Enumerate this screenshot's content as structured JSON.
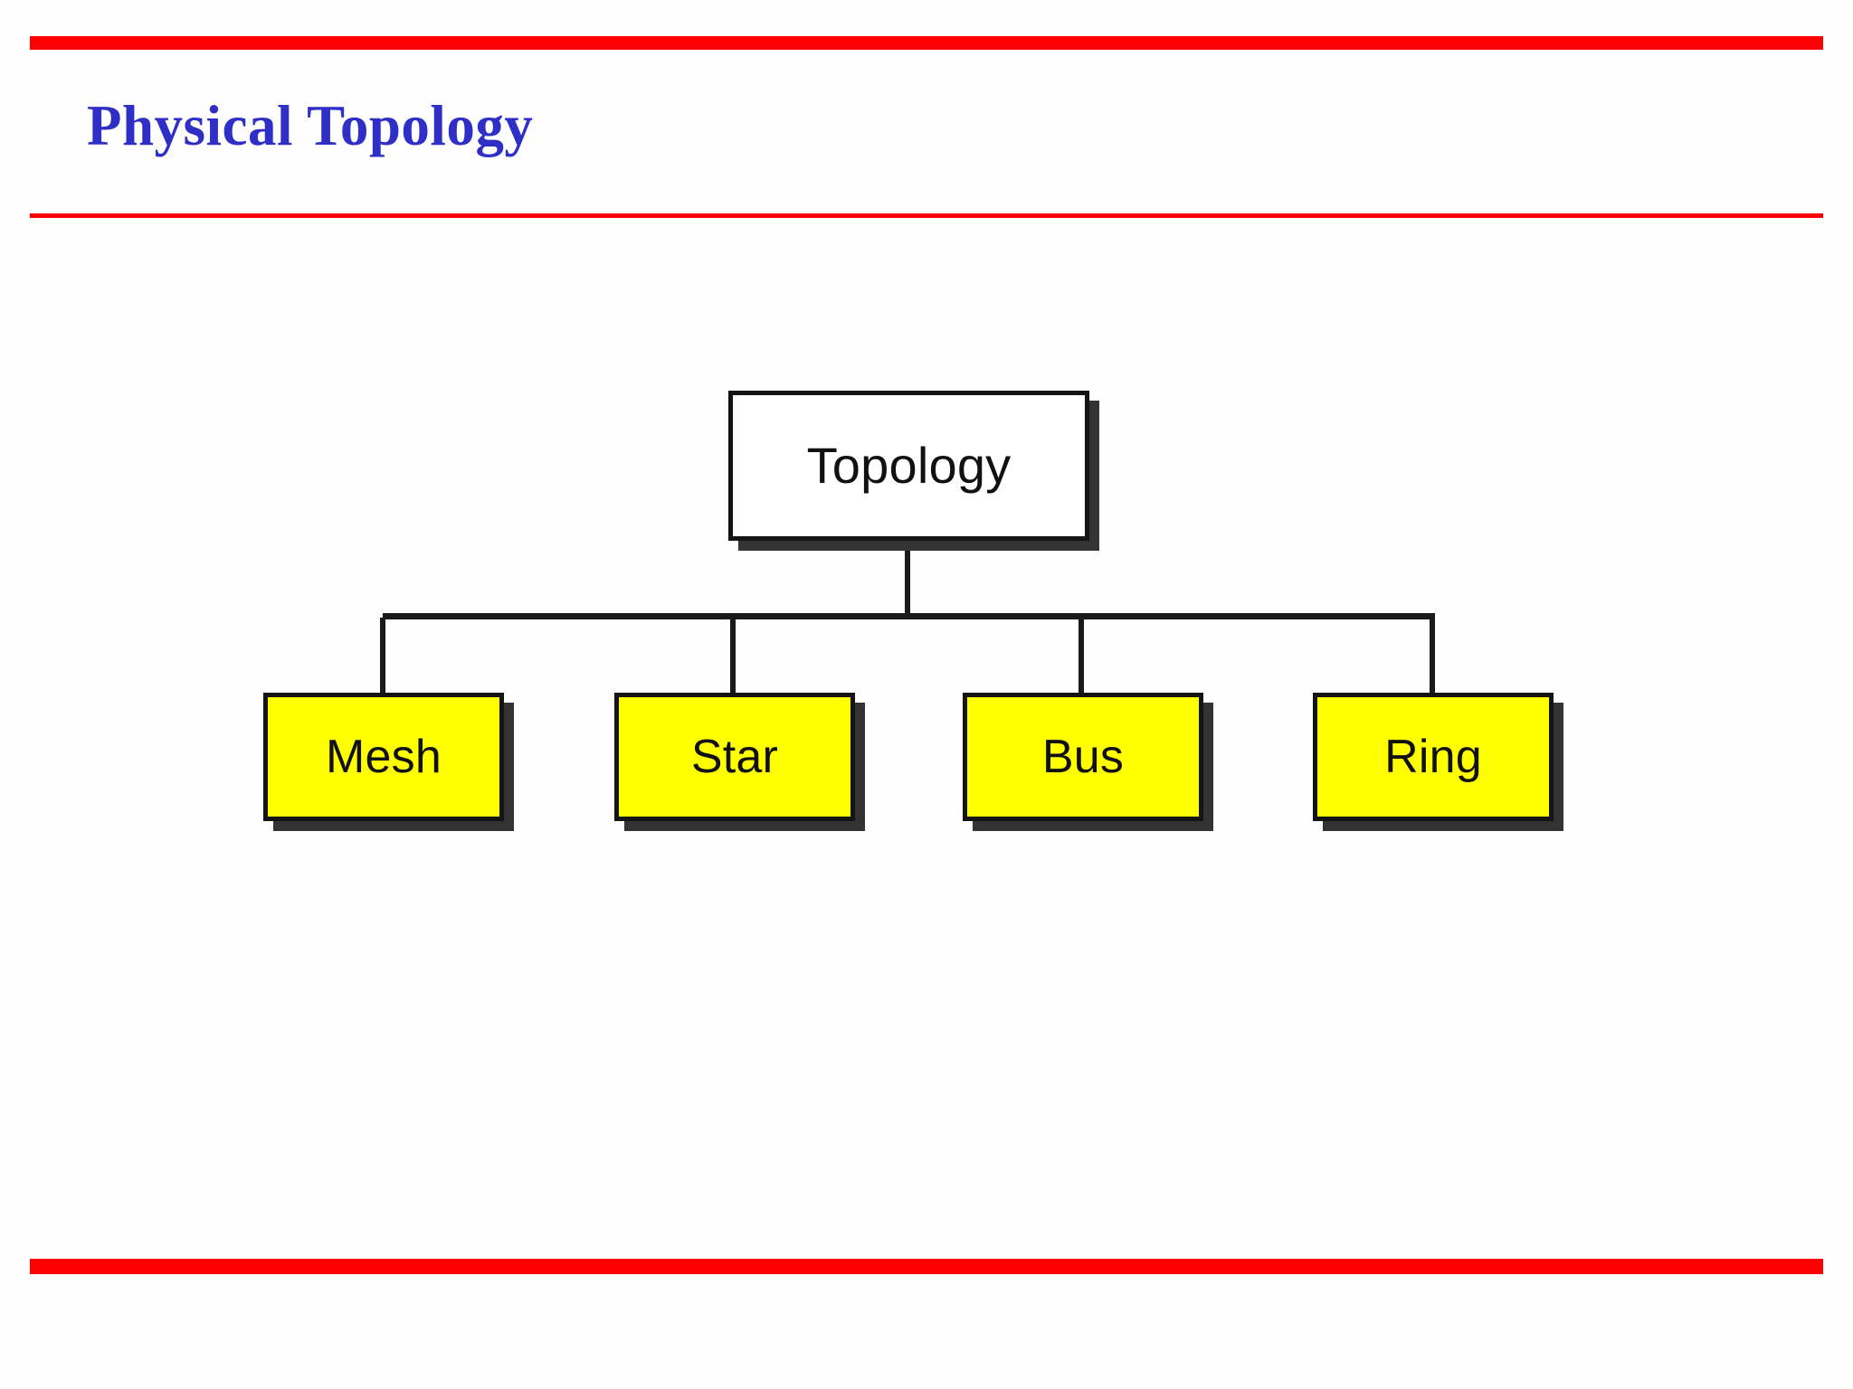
{
  "slide": {
    "title": "Physical Topology",
    "title_color": "#2f2fc8",
    "accent_rule_color": "#fe0000",
    "background_color": "#fefefe"
  },
  "diagram": {
    "type": "tree",
    "root": {
      "id": "topology",
      "label": "Topology",
      "fill": "#ffffff",
      "border": "#141414",
      "shadow": "#333333"
    },
    "children": [
      {
        "id": "mesh",
        "label": "Mesh",
        "fill": "#ffff00",
        "border": "#141414",
        "shadow": "#333333"
      },
      {
        "id": "star",
        "label": "Star",
        "fill": "#ffff00",
        "border": "#141414",
        "shadow": "#333333"
      },
      {
        "id": "bus",
        "label": "Bus",
        "fill": "#ffff00",
        "border": "#141414",
        "shadow": "#333333"
      },
      {
        "id": "ring",
        "label": "Ring",
        "fill": "#ffff00",
        "border": "#141414",
        "shadow": "#333333"
      }
    ],
    "connector_color": "#1a1a1a"
  }
}
